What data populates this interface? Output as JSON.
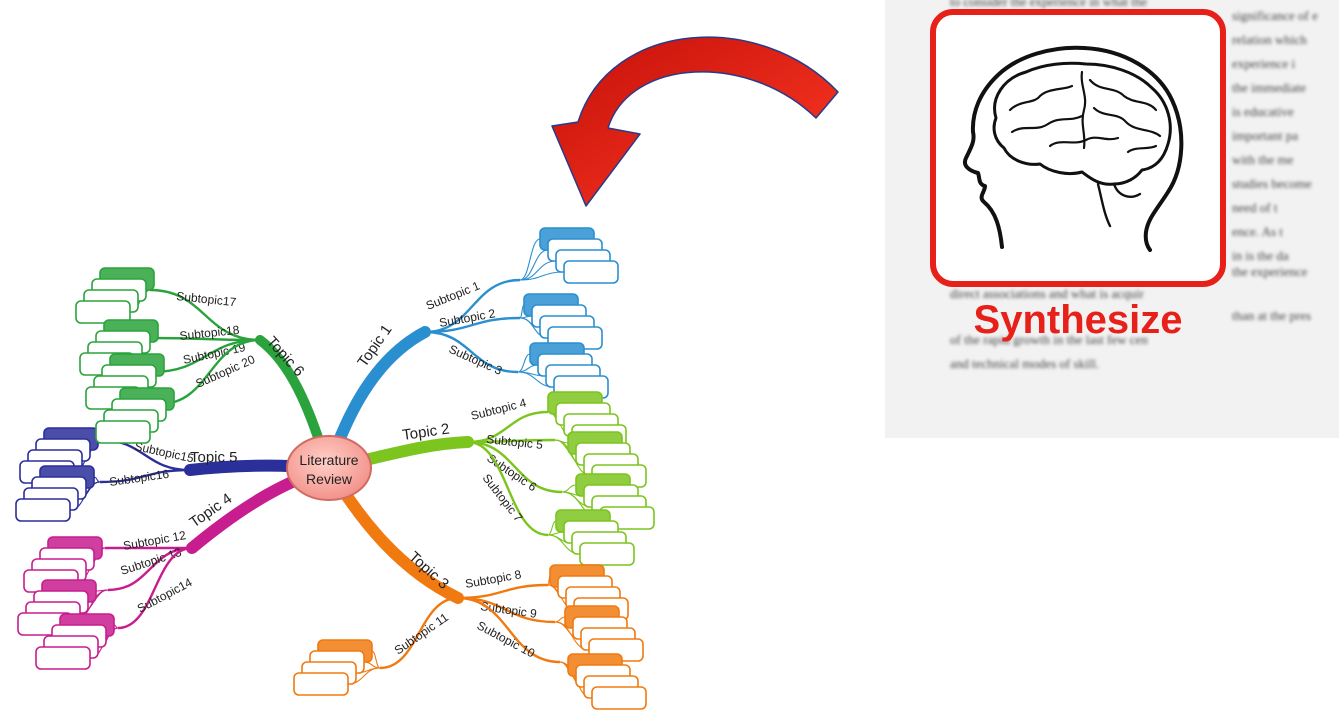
{
  "colors": {
    "topic1": "#2a8fd0",
    "topic2": "#7cc41e",
    "topic3": "#f07a10",
    "topic4": "#c81d8f",
    "topic5": "#2a2f9a",
    "topic6": "#2aa33c",
    "accent_red": "#e8201a",
    "center_fill": "#f4a09a",
    "brain_frame": "#e8201a"
  },
  "center": {
    "line1": "Literature",
    "line2": "Review"
  },
  "topics": [
    {
      "id": "t1",
      "label": "Topic 1",
      "color": "#2a8fd0",
      "subtopics": [
        "Subtopic 1",
        "Subtopic 2",
        "Subtopic 3"
      ]
    },
    {
      "id": "t2",
      "label": "Topic 2",
      "color": "#7cc41e",
      "subtopics": [
        "Subtopic 4",
        "Subtopic 5",
        "Subtopic 6",
        "Subtopic 7"
      ]
    },
    {
      "id": "t3",
      "label": "Topic 3",
      "color": "#f07a10",
      "subtopics": [
        "Subtopic 8",
        "Subtopic 9",
        "Subtopic 10",
        "Subtopic 11"
      ]
    },
    {
      "id": "t4",
      "label": "Topic 4",
      "color": "#c81d8f",
      "subtopics": [
        "Subtopic 12",
        "Subtopic 13",
        "Subtopic14"
      ]
    },
    {
      "id": "t5",
      "label": "Topic 5",
      "color": "#2a2f9a",
      "subtopics": [
        "Subtopic15",
        "Subtopic16"
      ]
    },
    {
      "id": "t6",
      "label": "Topic 6",
      "color": "#2aa33c",
      "subtopics": [
        "Subtopic17",
        "Subtopic18",
        "Subtopic 19",
        "Subtopic 20"
      ]
    }
  ],
  "synthesize": {
    "label": "Synthesize",
    "icon": "brain-head-icon"
  },
  "arrow": {
    "icon": "curved-arrow-icon"
  },
  "background_text": [
    "to consider the experience in what the",
    "significance of e",
    "relation which",
    "experience i",
    "the immediate",
    "is educative",
    "important pa",
    "with the me",
    "studies become",
    "need of t",
    "ence. As t",
    "in is the da",
    "the experience",
    "direct associations and what is acquir",
    "than at the pres",
    "of the rapid growth in the last few cen",
    "and technical modes of skill."
  ]
}
